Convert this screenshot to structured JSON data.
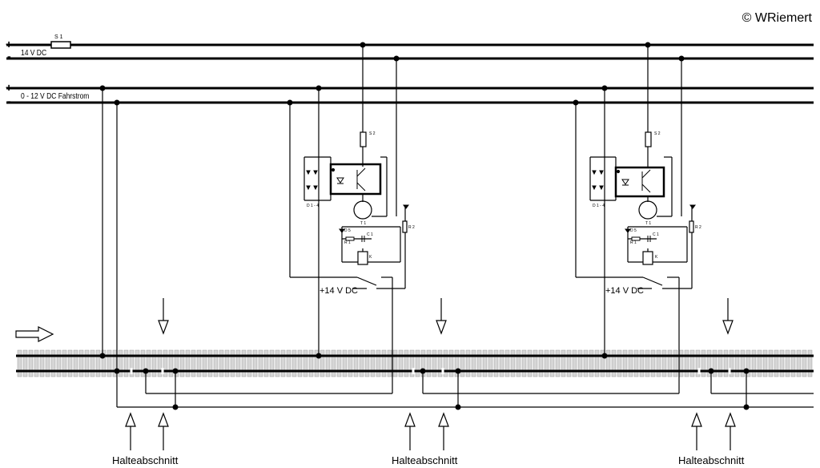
{
  "copyright": "© WRiemert",
  "rails": {
    "plus_sign_1": "+",
    "minus_sign_1": "-",
    "plus_sign_2": "+",
    "minus_sign_2": "-",
    "label_14v": "14 V DC",
    "label_fahrstrom": "0 - 12 V DC Fahrstrom",
    "fuse_label": "S 1"
  },
  "module": {
    "relay_contact_label": "+14 V DC",
    "fuse_label": "S 2",
    "diodes_label": "D 1 - 4",
    "transistor_label": "T 1",
    "diode5_label": "D 5",
    "r1_label": "R 1",
    "r2_label": "R 2",
    "c1_label": "C 1",
    "k1_label": "K"
  },
  "sections": [
    {
      "label": "Halteabschnitt"
    },
    {
      "label": "Halteabschnitt"
    },
    {
      "label": "Halteabschnitt"
    }
  ],
  "colors": {
    "line": "#000000",
    "sleeper": "#d6d6d6",
    "sleeper_edge": "#9a9a9a",
    "background": "#ffffff"
  }
}
